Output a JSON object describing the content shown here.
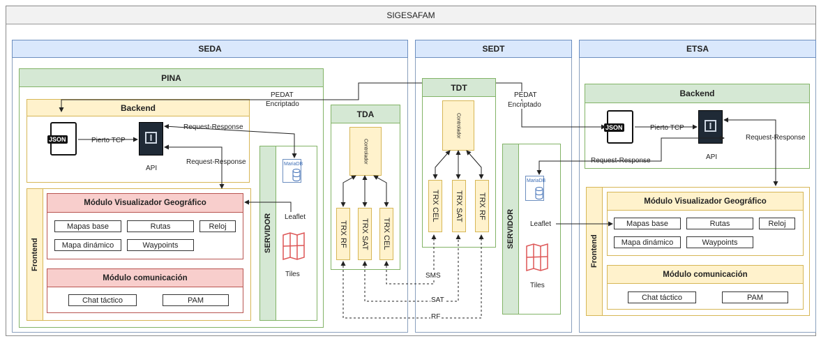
{
  "title": "SIGESAFAM",
  "seda": {
    "title": "SEDA",
    "pina": {
      "title": "PINA",
      "backend": {
        "title": "Backend",
        "json_label": "JSON",
        "port_label": "Pierto TCP",
        "api_label": "API"
      },
      "request_response_1": "Request-Response",
      "request_response_2": "Request-Response",
      "frontend_label": "Frontend",
      "visualizador": {
        "title": "Módulo Visualizador Geográfico",
        "items": [
          "Mapas base",
          "Rutas",
          "Reloj",
          "Mapa dinámico",
          "Waypoints"
        ]
      },
      "comunicacion": {
        "title": "Módulo comunicación",
        "items": [
          "Chat táctico",
          "PAM"
        ]
      },
      "servidor": {
        "title": "SERVIDOR",
        "db_label": "MariaDB",
        "leaflet": "Leaflet",
        "tiles": "Tiles"
      }
    },
    "tda": {
      "title": "TDA",
      "controller": "Controlador",
      "items": [
        "TRX RF",
        "TRX SAT",
        "TRX CEL"
      ]
    }
  },
  "sedt": {
    "title": "SEDT",
    "tdt": {
      "title": "TDT",
      "controller": "Controlador",
      "items": [
        "TRX CEL",
        "TRX SAT",
        "TRX RF"
      ]
    },
    "servidor": {
      "title": "SERVIDOR",
      "db_label": "MariaDB",
      "leaflet": "Leaflet",
      "tiles": "Tiles"
    }
  },
  "etsa": {
    "title": "ETSA",
    "backend": {
      "title": "Backend",
      "json_label": "JSON",
      "port_label": "Pierto TCP",
      "api_label": "API"
    },
    "request_response_1": "Request-Response",
    "request_response_2": "Request-Response",
    "frontend_label": "Frontend",
    "visualizador": {
      "title": "Módulo Visualizador Geográfico",
      "items": [
        "Mapas base",
        "Rutas",
        "Reloj",
        "Mapa dinámico",
        "Waypoints"
      ]
    },
    "comunicacion": {
      "title": "Módulo comunicación",
      "items": [
        "Chat táctico",
        "PAM"
      ]
    }
  },
  "links": {
    "pedat_left_line1": "PEDAT",
    "pedat_left_line2": "Encriptado",
    "pedat_right_line1": "PEDAT",
    "pedat_right_line2": "Encriptado",
    "sms": "SMS",
    "sat": "SAT",
    "rf": "RF"
  },
  "colors": {
    "swimlane_header": "#dae8fc",
    "green_header": "#d5e8d4",
    "yellow_header": "#fff2cc",
    "red_header": "#f8cecc"
  }
}
